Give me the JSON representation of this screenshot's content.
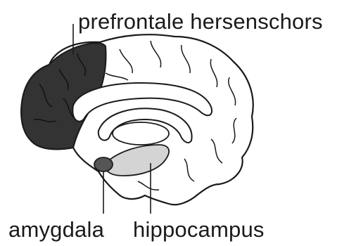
{
  "diagram": {
    "regions": [
      {
        "id": "prefrontal",
        "label": "prefrontale hersenschors",
        "fill": "#333333"
      },
      {
        "id": "amygdala",
        "label": "amygdala",
        "fill": "#555555"
      },
      {
        "id": "hippocampus",
        "label": "hippocampus",
        "fill": "#d4d4d4"
      }
    ],
    "outline_color": "#1a1a1a",
    "brain_fill": "#ffffff"
  }
}
